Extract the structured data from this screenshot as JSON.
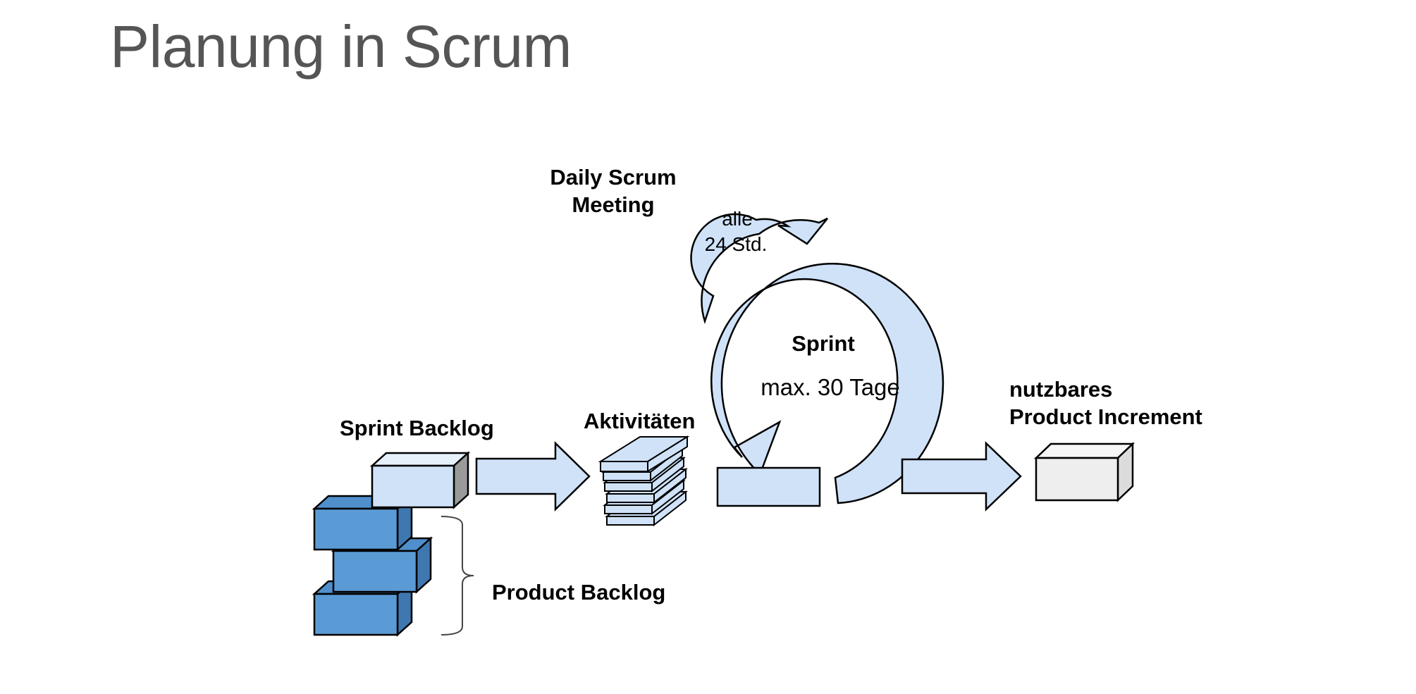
{
  "title": "Planung in Scrum",
  "labels": {
    "daily_scrum": [
      "Daily Scrum",
      "Meeting"
    ],
    "interval": [
      "alle",
      "24 Std."
    ],
    "sprint": "Sprint",
    "sprint_duration": "max. 30 Tage",
    "sprint_backlog": "Sprint Backlog",
    "activities": "Aktivitäten",
    "increment": [
      "nutzbares",
      "Product Increment"
    ],
    "product_backlog": "Product Backlog"
  },
  "colors": {
    "light_blue": "#cfe2f8",
    "dark_blue": "#5b9bd5",
    "increment_box": "#eeeeee",
    "outline": "#000000",
    "title": "#555555"
  }
}
